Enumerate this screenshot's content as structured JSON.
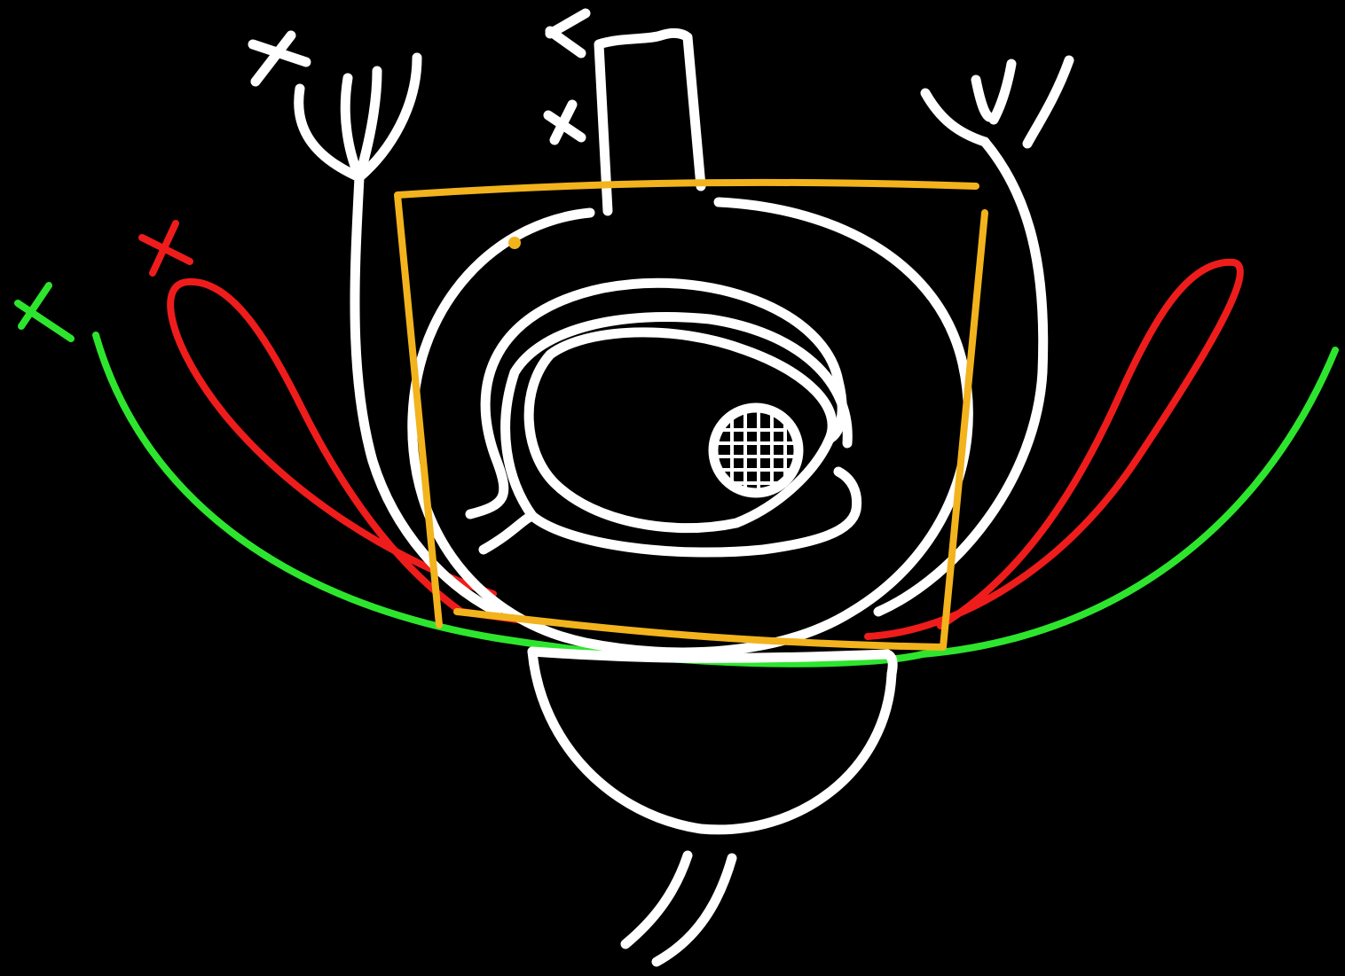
{
  "diagram": {
    "background": "#000000",
    "colors": {
      "structure": "#ffffff",
      "box": "#f2b31d",
      "inner_layer": "#ef1c1c",
      "outer_layer": "#2ee52e"
    },
    "marker_icon": "x-mark-icon",
    "marked_parts": [
      "left-tube-end",
      "top-stalk-tip",
      "top-stalk-side",
      "red-left-loop-end",
      "green-left-arc-end"
    ]
  }
}
